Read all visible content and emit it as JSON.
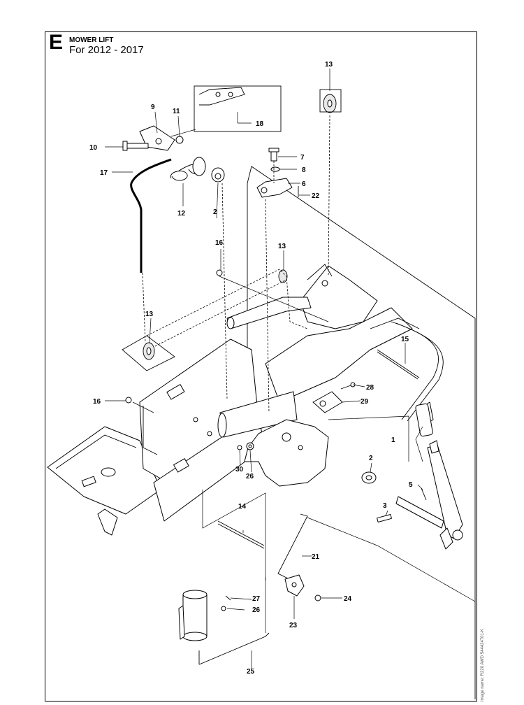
{
  "header": {
    "section_letter": "E",
    "title": "MOWER LIFT",
    "subtitle": "For 2012 - 2017"
  },
  "side_note": "Image name: R220 AWD 544424701-K",
  "callouts": [
    "1",
    "2",
    "2",
    "3",
    "5",
    "6",
    "7",
    "8",
    "9",
    "10",
    "11",
    "12",
    "13",
    "13",
    "13",
    "14",
    "15",
    "16",
    "16",
    "17",
    "18",
    "21",
    "22",
    "23",
    "24",
    "25",
    "26",
    "26",
    "27",
    "28",
    "29",
    "30"
  ]
}
